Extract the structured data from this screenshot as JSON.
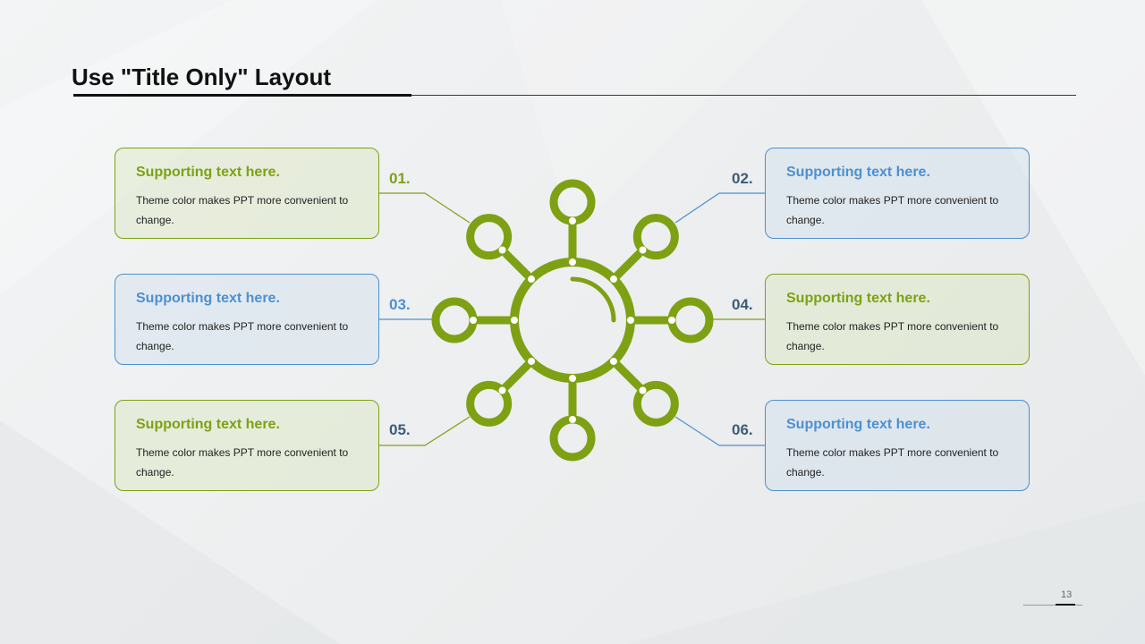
{
  "slide": {
    "title": "Use \"Title Only\" Layout",
    "page_number": "13"
  },
  "colors": {
    "green": "#7ea114",
    "blue": "#4d90d0",
    "number_dark": "#3d5b78",
    "text": "#222222"
  },
  "items": [
    {
      "number": "01.",
      "heading": "Supporting text here.",
      "body": "Theme color makes PPT more convenient to change.",
      "accent": "green"
    },
    {
      "number": "02.",
      "heading": "Supporting text here.",
      "body": "Theme color makes PPT more convenient to change.",
      "accent": "blue"
    },
    {
      "number": "03.",
      "heading": "Supporting text here.",
      "body": "Theme color makes PPT more convenient to change.",
      "accent": "blue"
    },
    {
      "number": "04.",
      "heading": "Supporting text here.",
      "body": "Theme color makes PPT more convenient to change.",
      "accent": "green"
    },
    {
      "number": "05.",
      "heading": "Supporting text here.",
      "body": "Theme color makes PPT more convenient to change.",
      "accent": "green"
    },
    {
      "number": "06.",
      "heading": "Supporting text here.",
      "body": "Theme color makes PPT more convenient to change.",
      "accent": "blue"
    }
  ]
}
